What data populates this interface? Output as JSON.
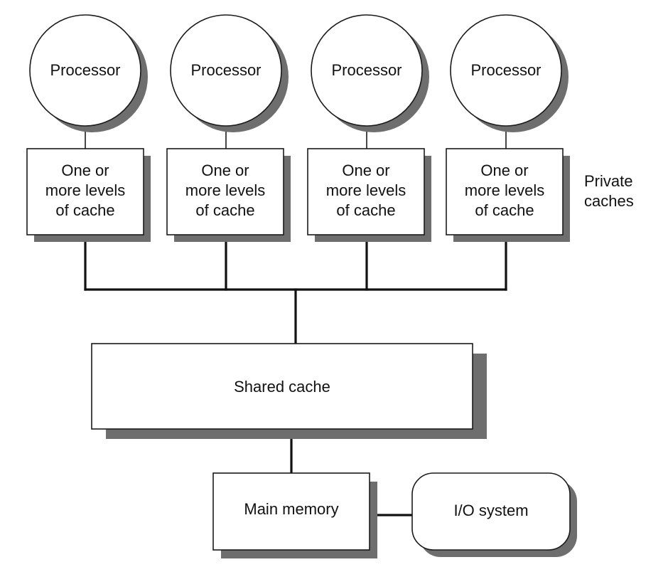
{
  "processors": [
    {
      "label": "Processor",
      "cache_lines": [
        "One or",
        "more levels",
        "of cache"
      ]
    },
    {
      "label": "Processor",
      "cache_lines": [
        "One or",
        "more levels",
        "of cache"
      ]
    },
    {
      "label": "Processor",
      "cache_lines": [
        "One or",
        "more levels",
        "of cache"
      ]
    },
    {
      "label": "Processor",
      "cache_lines": [
        "One or",
        "more levels",
        "of cache"
      ]
    }
  ],
  "private_caches_label": [
    "Private",
    "caches"
  ],
  "shared_cache": {
    "label": "Shared cache"
  },
  "main_memory": {
    "label": "Main memory"
  },
  "io_system": {
    "label": "I/O system"
  },
  "colors": {
    "shadow": "#6e6e6e",
    "stroke": "#1a1a1a",
    "fill": "#ffffff"
  }
}
